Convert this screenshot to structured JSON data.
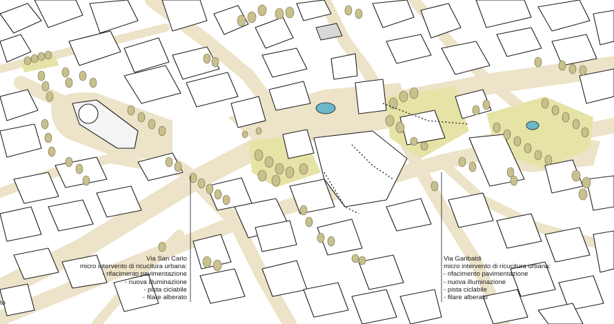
{
  "colors": {
    "background": "#ffffff",
    "street": "#ece3c8",
    "park": "#e6e3a6",
    "block_fill": "#ffffff",
    "block_stroke": "#1e1e1e",
    "tree": "#c9c08d",
    "tree_stroke": "#6e6a4d",
    "water": "#6cb8c8",
    "gray_block": "#d8d8d8"
  },
  "annotations": {
    "left": {
      "title": "Via San Carlo",
      "lines": [
        "micro intervento di ricucitura urbana:",
        "- rifacimento pavimentazione",
        "- nuova illuminazione",
        "- pista ciclabile",
        "- filare alberato"
      ]
    },
    "right": {
      "title": "Via Garibaldi",
      "lines": [
        "micro intervento di ricucitura urbana:",
        "- rifacimento pavimentazione",
        "- nuova illuminazione",
        "- pista ciclabile",
        "- filare alberato"
      ]
    },
    "edge": "to"
  }
}
